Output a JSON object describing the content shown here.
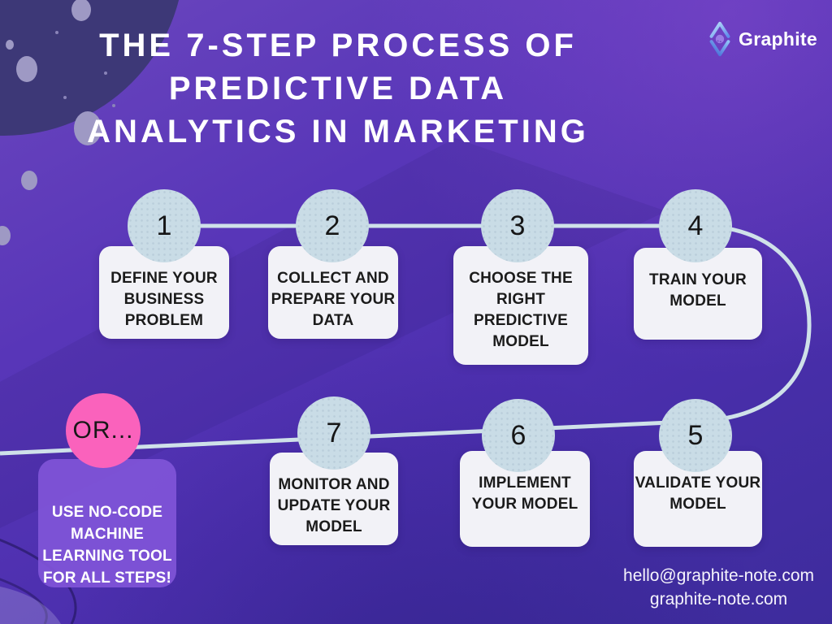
{
  "brand": {
    "name": "Graphite"
  },
  "title": {
    "text": "THE 7-STEP PROCESS OF\nPREDICTIVE DATA\nANALYTICS IN MARKETING"
  },
  "steps": [
    {
      "number": "1",
      "label": "DEFINE YOUR\nBUSINESS\nPROBLEM"
    },
    {
      "number": "2",
      "label": "COLLECT AND\nPREPARE YOUR\nDATA"
    },
    {
      "number": "3",
      "label": "CHOOSE THE\nRIGHT\nPREDICTIVE\nMODEL"
    },
    {
      "number": "4",
      "label": "TRAIN YOUR\nMODEL"
    },
    {
      "number": "5",
      "label": "VALIDATE YOUR\nMODEL"
    },
    {
      "number": "6",
      "label": "IMPLEMENT\nYOUR MODEL"
    },
    {
      "number": "7",
      "label": "MONITOR AND\nUPDATE YOUR\nMODEL"
    }
  ],
  "alternative": {
    "badge": "OR...",
    "label": "USE NO-CODE\nMACHINE\nLEARNING TOOL\nFOR ALL STEPS!"
  },
  "footer": {
    "email": "hello@graphite-note.com",
    "website": "graphite-note.com"
  },
  "colors": {
    "background_top": "#6b46be",
    "background_bottom": "#3d2c9c",
    "step_circle": "#c9dce6",
    "card": "#f2f2f7",
    "connector_line": "#cfe1e9",
    "accent_pink": "#fa62bc",
    "alt_card_purple": "#8055d8",
    "planet_dark": "#3d3877",
    "text_dark": "#1b1b1b",
    "text_light": "#ffffff"
  }
}
